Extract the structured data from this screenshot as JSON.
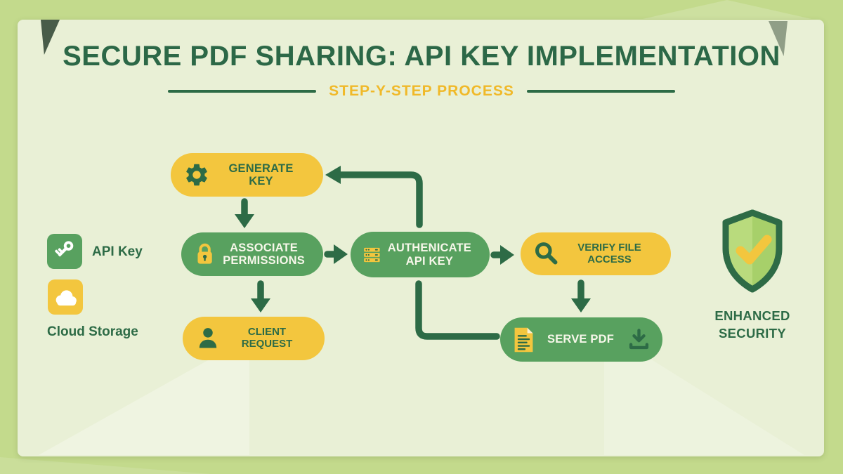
{
  "header": {
    "title": "SECURE PDF SHARING: API KEY IMPLEMENTATION",
    "subtitle": "STEP-Y-STEP PROCESS"
  },
  "legend": [
    {
      "label": "API Key",
      "icon": "key-icon",
      "tile_color": "#58a15f"
    },
    {
      "label": "Cloud Storage",
      "icon": "cloud-icon",
      "tile_color": "#f3c63e"
    }
  ],
  "steps": [
    {
      "id": "generate-key",
      "lines": [
        "GENERATE KEY"
      ],
      "icon": "gear-icon",
      "style": "yellow"
    },
    {
      "id": "associate-permissions",
      "lines": [
        "ASSOCIATE",
        "PERMISSIONS"
      ],
      "icon": "lock-icon",
      "style": "green"
    },
    {
      "id": "authenticate-api-key",
      "lines": [
        "AUTHENICATE",
        "API KEY"
      ],
      "icon": "server-icon",
      "style": "green"
    },
    {
      "id": "verify-file-access",
      "lines": [
        "VERIFY FILE ACCESS"
      ],
      "icon": "magnifier-icon",
      "style": "yellow"
    },
    {
      "id": "client-request",
      "lines": [
        "CLIENT REQUEST"
      ],
      "icon": "person-icon",
      "style": "yellow"
    },
    {
      "id": "serve-pdf",
      "lines": [
        "SERVE PDF"
      ],
      "icon": "document-icon",
      "trailing_icon": "download-icon",
      "style": "green"
    }
  ],
  "flow": [
    "generate-key -> associate-permissions",
    "associate-permissions -> authenticate-api-key",
    "authenticate-api-key -> generate-key (loop back)",
    "authenticate-api-key -> verify-file-access",
    "authenticate-api-key -> serve-pdf",
    "associate-permissions -> client-request",
    "verify-file-access -> serve-pdf"
  ],
  "security_badge": {
    "label": "ENHANCED SECURITY",
    "icon": "shield-check-icon"
  },
  "colors": {
    "background": "#c3da8c",
    "panel": "#e9f0d6",
    "dark_green": "#2d6b46",
    "pill_green": "#58a15f",
    "pill_yellow": "#f3c63e",
    "subtitle_gold": "#f0b929",
    "cream_text": "#f7f7ea"
  }
}
